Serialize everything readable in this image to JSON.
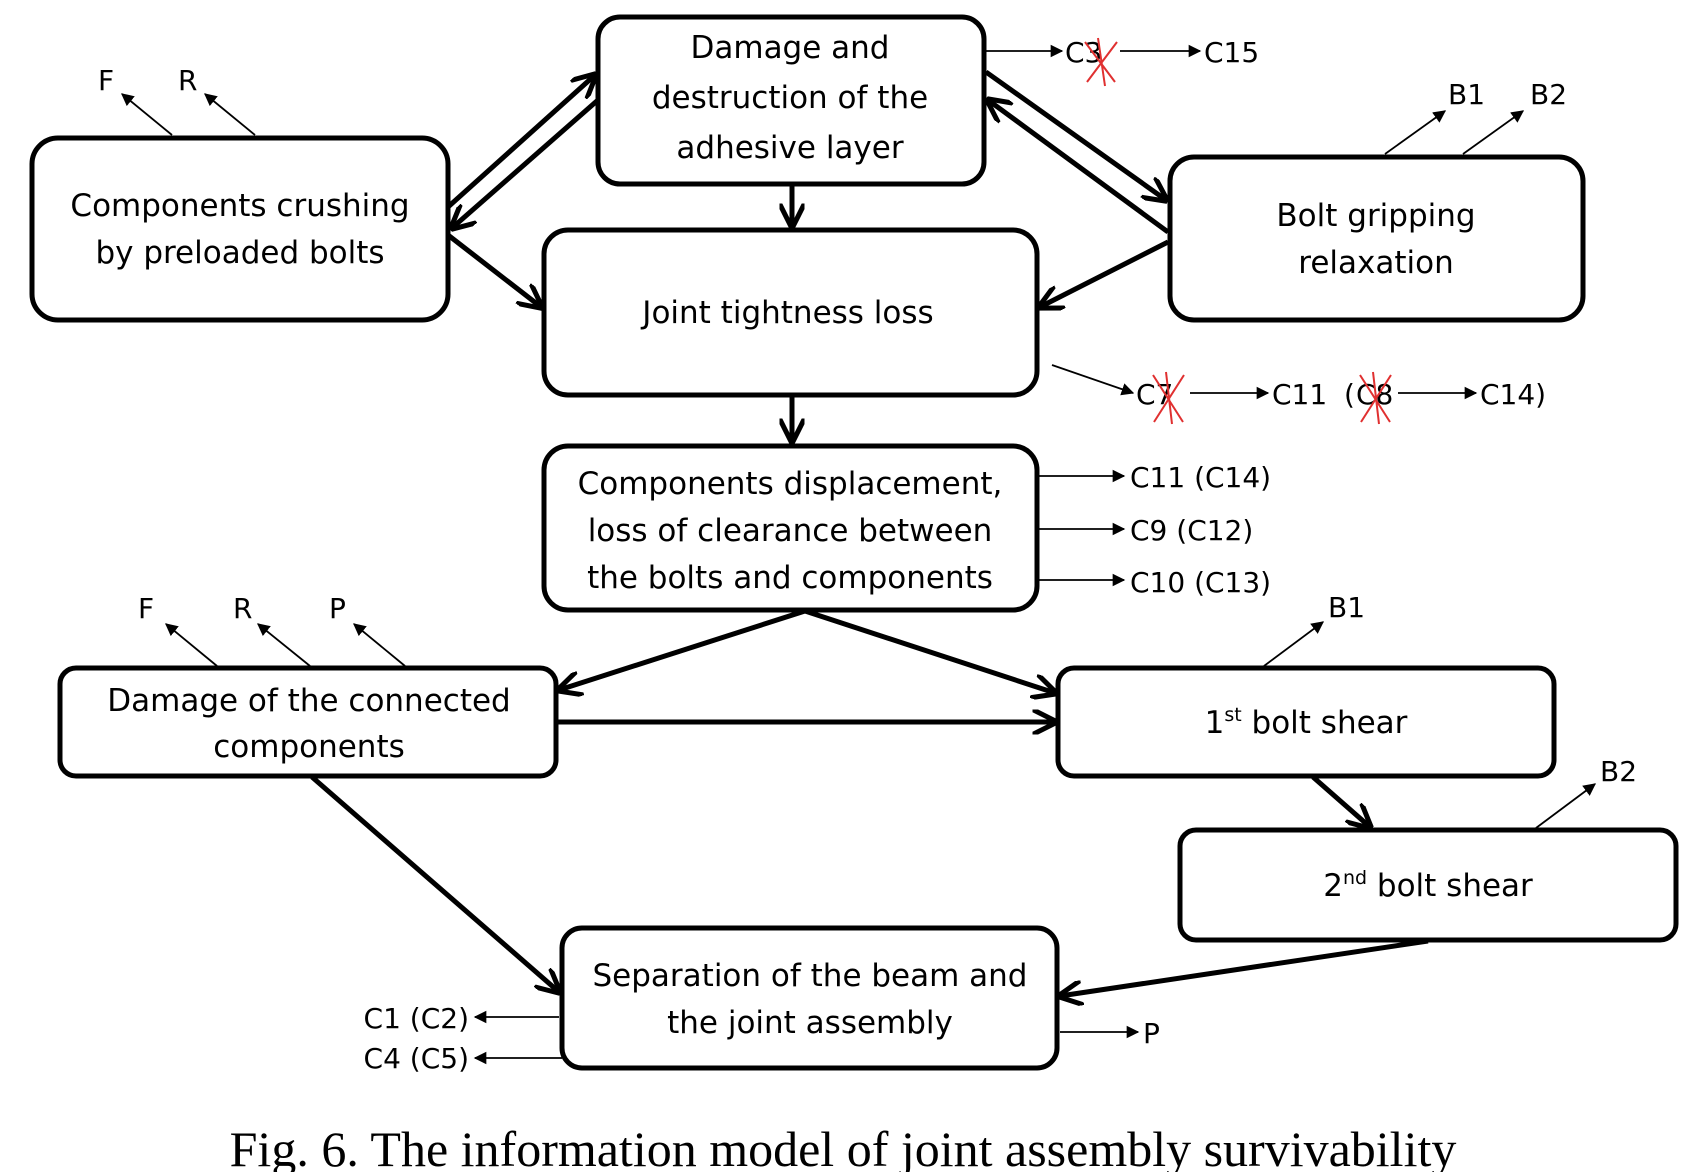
{
  "nodes": {
    "adhesive": {
      "lines": [
        "Damage and",
        "destruction of the",
        "adhesive layer"
      ]
    },
    "crushing": {
      "lines": [
        "Components crushing",
        "by preloaded bolts"
      ]
    },
    "bolt_grip": {
      "lines": [
        "Bolt gripping",
        "relaxation"
      ]
    },
    "tightness": {
      "lines": [
        "Joint tightness loss"
      ]
    },
    "displacement": {
      "lines": [
        "Components displacement,",
        "loss of clearance between",
        "the bolts and components"
      ]
    },
    "damage_connected": {
      "lines": [
        "Damage of the connected",
        "components"
      ]
    },
    "shear1": {
      "num": "1",
      "sup": "st",
      "rest": " bolt shear"
    },
    "shear2": {
      "num": "2",
      "sup": "nd",
      "rest": " bolt shear"
    },
    "separation": {
      "lines": [
        "Separation of the beam and",
        "the joint assembly"
      ]
    }
  },
  "labels": {
    "crush_f": "F",
    "crush_r": "R",
    "grip_b1": "B1",
    "grip_b2": "B2",
    "adh_c3": "C3",
    "adh_c15": "C15",
    "tight_c7": "C7",
    "tight_c11": "C11",
    "tight_paren_open": "(",
    "tight_c8": "C8",
    "tight_c14": "C14)",
    "disp_1": "C11 (C14)",
    "disp_2": "C9 (C12)",
    "disp_3": "C10 (C13)",
    "dmg_f": "F",
    "dmg_r": "R",
    "dmg_p": "P",
    "shear1_b1": "B1",
    "shear2_b2": "B2",
    "sep_c1": "C1 (C2)",
    "sep_c4": "C4 (C5)",
    "sep_p": "P"
  },
  "caption": "Fig. 6. The information model of joint assembly survivability",
  "colors": {
    "line": "#000000",
    "cross": "#e03030",
    "background": "#ffffff"
  }
}
